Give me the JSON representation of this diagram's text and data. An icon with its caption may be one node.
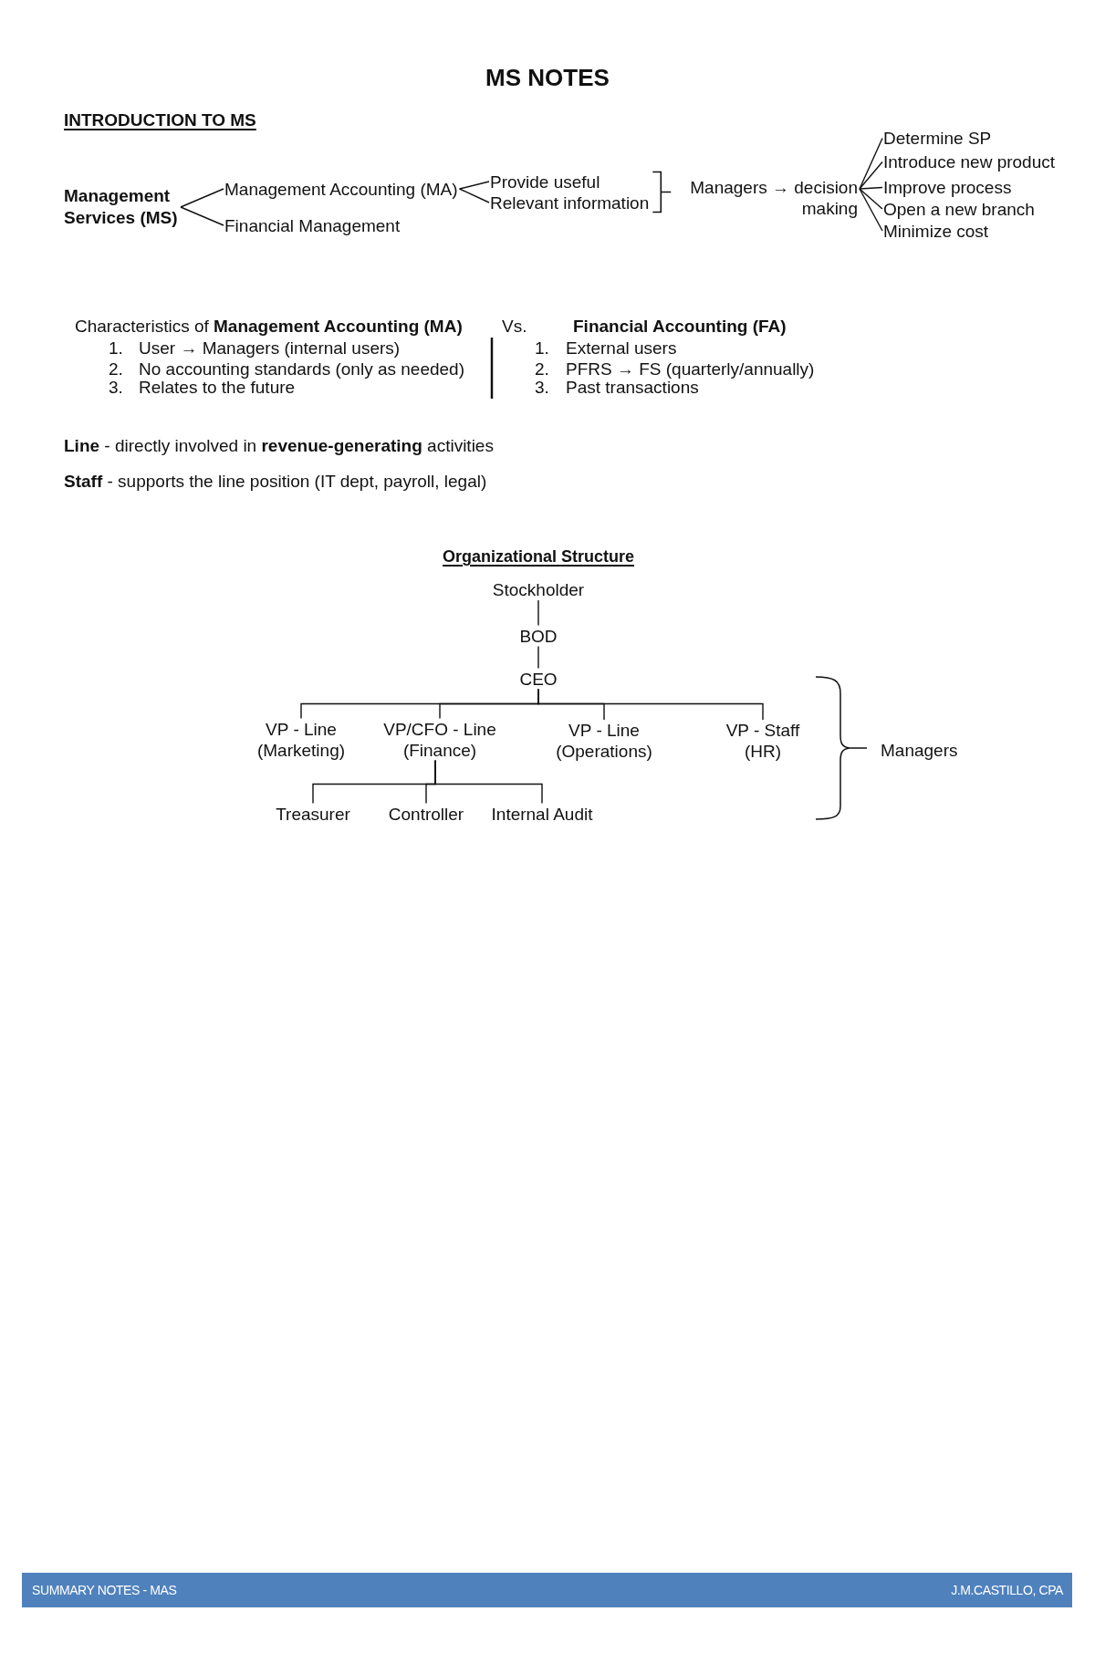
{
  "diagram": {
    "title": "MS NOTES",
    "nodes": [
      {
        "text": [
          "Management Services (MS)"
        ]
      },
      {
        "text": [
          "Management Accounting (MA)"
        ]
      },
      {
        "text": [
          "Financial Management"
        ]
      },
      {
        "text": [
          "Provide useful"
        ]
      },
      {
        "text": [
          "Relevant information"
        ]
      },
      {
        "text": [
          "Managers → decision making"
        ]
      },
      {
        "text": [
          "Determine SP"
        ]
      },
      {
        "text": [
          "Introduce new product"
        ]
      },
      {
        "text": [
          "Improve process"
        ]
      },
      {
        "text": [
          "Open a new branch"
        ]
      },
      {
        "text": [
          "Minimize cost"
        ]
      },
      {
        "text": [
          "Stockholder"
        ]
      },
      {
        "text": [
          "BOD"
        ]
      },
      {
        "text": [
          "CEO"
        ]
      },
      {
        "text": [
          "VP - Line (Marketing)"
        ]
      },
      {
        "text": [
          "VP/CFO - Line (Finance)"
        ]
      },
      {
        "text": [
          "VP - Line (Operations)"
        ]
      },
      {
        "text": [
          "VP - Staff (HR)"
        ]
      },
      {
        "text": [
          "Treasurer"
        ]
      },
      {
        "text": [
          "Controller"
        ]
      },
      {
        "text": [
          "Internal Audit"
        ]
      }
    ],
    "edges": [
      {
        "from": 0,
        "to": 1,
        "arrow": "none"
      },
      {
        "from": 0,
        "to": 2,
        "arrow": "none"
      },
      {
        "from": 1,
        "to": 3,
        "arrow": "none"
      },
      {
        "from": 1,
        "to": 4,
        "arrow": "none"
      },
      {
        "from": 5,
        "to": 6,
        "arrow": "none"
      },
      {
        "from": 5,
        "to": 7,
        "arrow": "none"
      },
      {
        "from": 5,
        "to": 8,
        "arrow": "none"
      },
      {
        "from": 5,
        "to": 9,
        "arrow": "none"
      },
      {
        "from": 5,
        "to": 10,
        "arrow": "none"
      },
      {
        "from": 11,
        "to": 12,
        "arrow": "none"
      },
      {
        "from": 12,
        "to": 13,
        "arrow": "none"
      },
      {
        "from": 13,
        "to": 14,
        "arrow": "none"
      },
      {
        "from": 13,
        "to": 15,
        "arrow": "none"
      },
      {
        "from": 13,
        "to": 16,
        "arrow": "none"
      },
      {
        "from": 13,
        "to": 17,
        "arrow": "none"
      },
      {
        "from": 15,
        "to": 18,
        "arrow": "none"
      },
      {
        "from": 15,
        "to": 19,
        "arrow": "none"
      },
      {
        "from": 15,
        "to": 20,
        "arrow": "none"
      }
    ],
    "labels": [
      "INTRODUCTION TO MS",
      "Characteristics of **Management Accounting (MA)**",
      "Vs.",
      "Financial Accounting (FA)",
      "1.",
      "User → Managers (internal users)",
      "1.",
      "External users",
      "2.",
      "No accounting standards (only as needed)",
      "2.",
      "PFRS → FS (quarterly/annually)",
      "3.",
      "Relates to the future",
      "3.",
      "Past transactions",
      "**Line** - directly involved in **revenue-generating** activities",
      "**Staff** - supports the line position (IT dept, payroll, legal)",
      "Organizational Structure",
      "Managers",
      "SUMMARY NOTES - MAS",
      "J.M.CASTILLO, CPA"
    ]
  }
}
